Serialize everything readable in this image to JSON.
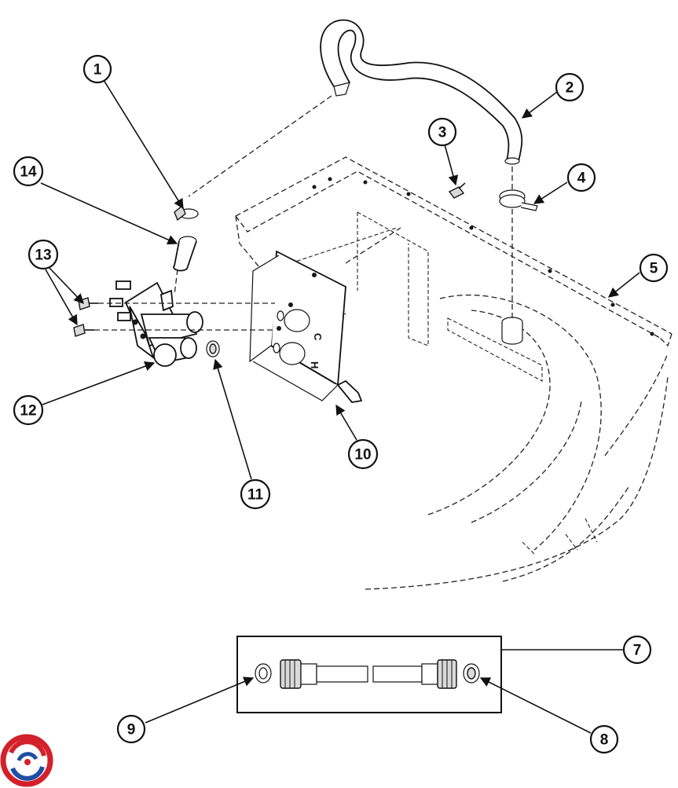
{
  "diagram": {
    "callouts": [
      {
        "id": "1",
        "label": "1"
      },
      {
        "id": "2",
        "label": "2"
      },
      {
        "id": "3",
        "label": "3"
      },
      {
        "id": "4",
        "label": "4"
      },
      {
        "id": "5",
        "label": "5"
      },
      {
        "id": "7",
        "label": "7"
      },
      {
        "id": "8",
        "label": "8"
      },
      {
        "id": "9",
        "label": "9"
      },
      {
        "id": "10",
        "label": "10"
      },
      {
        "id": "11",
        "label": "11"
      },
      {
        "id": "12",
        "label": "12"
      },
      {
        "id": "13",
        "label": "13"
      },
      {
        "id": "14",
        "label": "14"
      }
    ],
    "bracket_letters": {
      "cold": "C",
      "hot": "H"
    }
  },
  "colors": {
    "line": "#111111",
    "logo_red": "#d4202a",
    "logo_blue": "#1f4fa3"
  }
}
